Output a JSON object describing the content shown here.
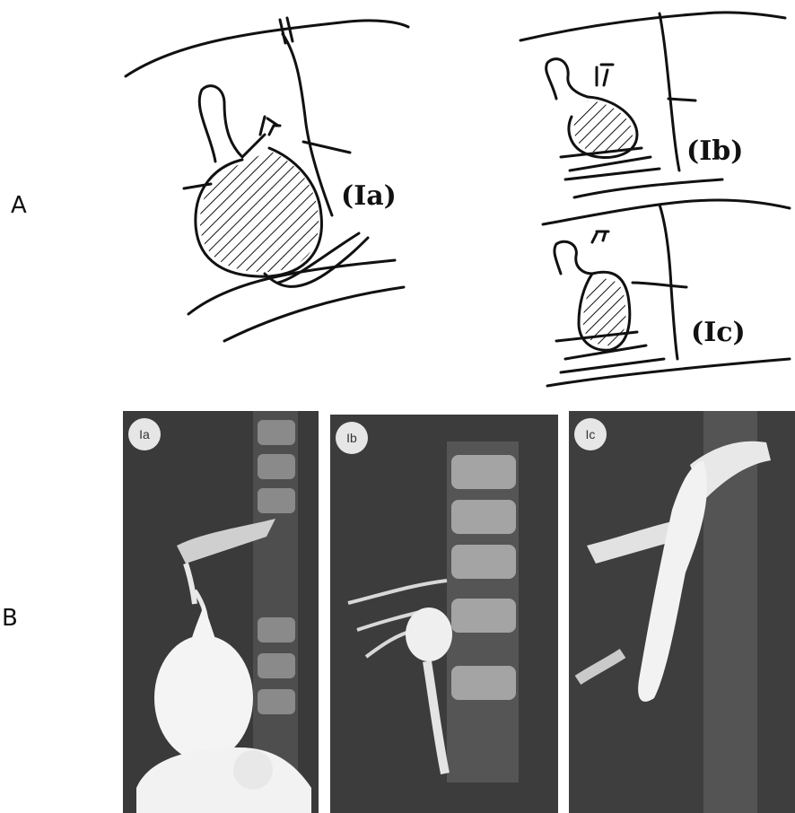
{
  "panels": {
    "a_label": "A",
    "b_label": "B"
  },
  "schematics": [
    {
      "type_label": "(Ia)",
      "description_shape": "large-cystic-dilatation"
    },
    {
      "type_label": "(Ib)",
      "description_shape": "focal-segmental-dilatation"
    },
    {
      "type_label": "(Ic)",
      "description_shape": "fusiform-diffuse-dilatation"
    }
  ],
  "radiographs": [
    {
      "tag": "Ia"
    },
    {
      "tag": "Ib"
    },
    {
      "tag": "Ic"
    }
  ],
  "colors": {
    "ink": "#111111",
    "film_dark": "#3a3a3a",
    "contrast_white": "#f4f4f4"
  }
}
